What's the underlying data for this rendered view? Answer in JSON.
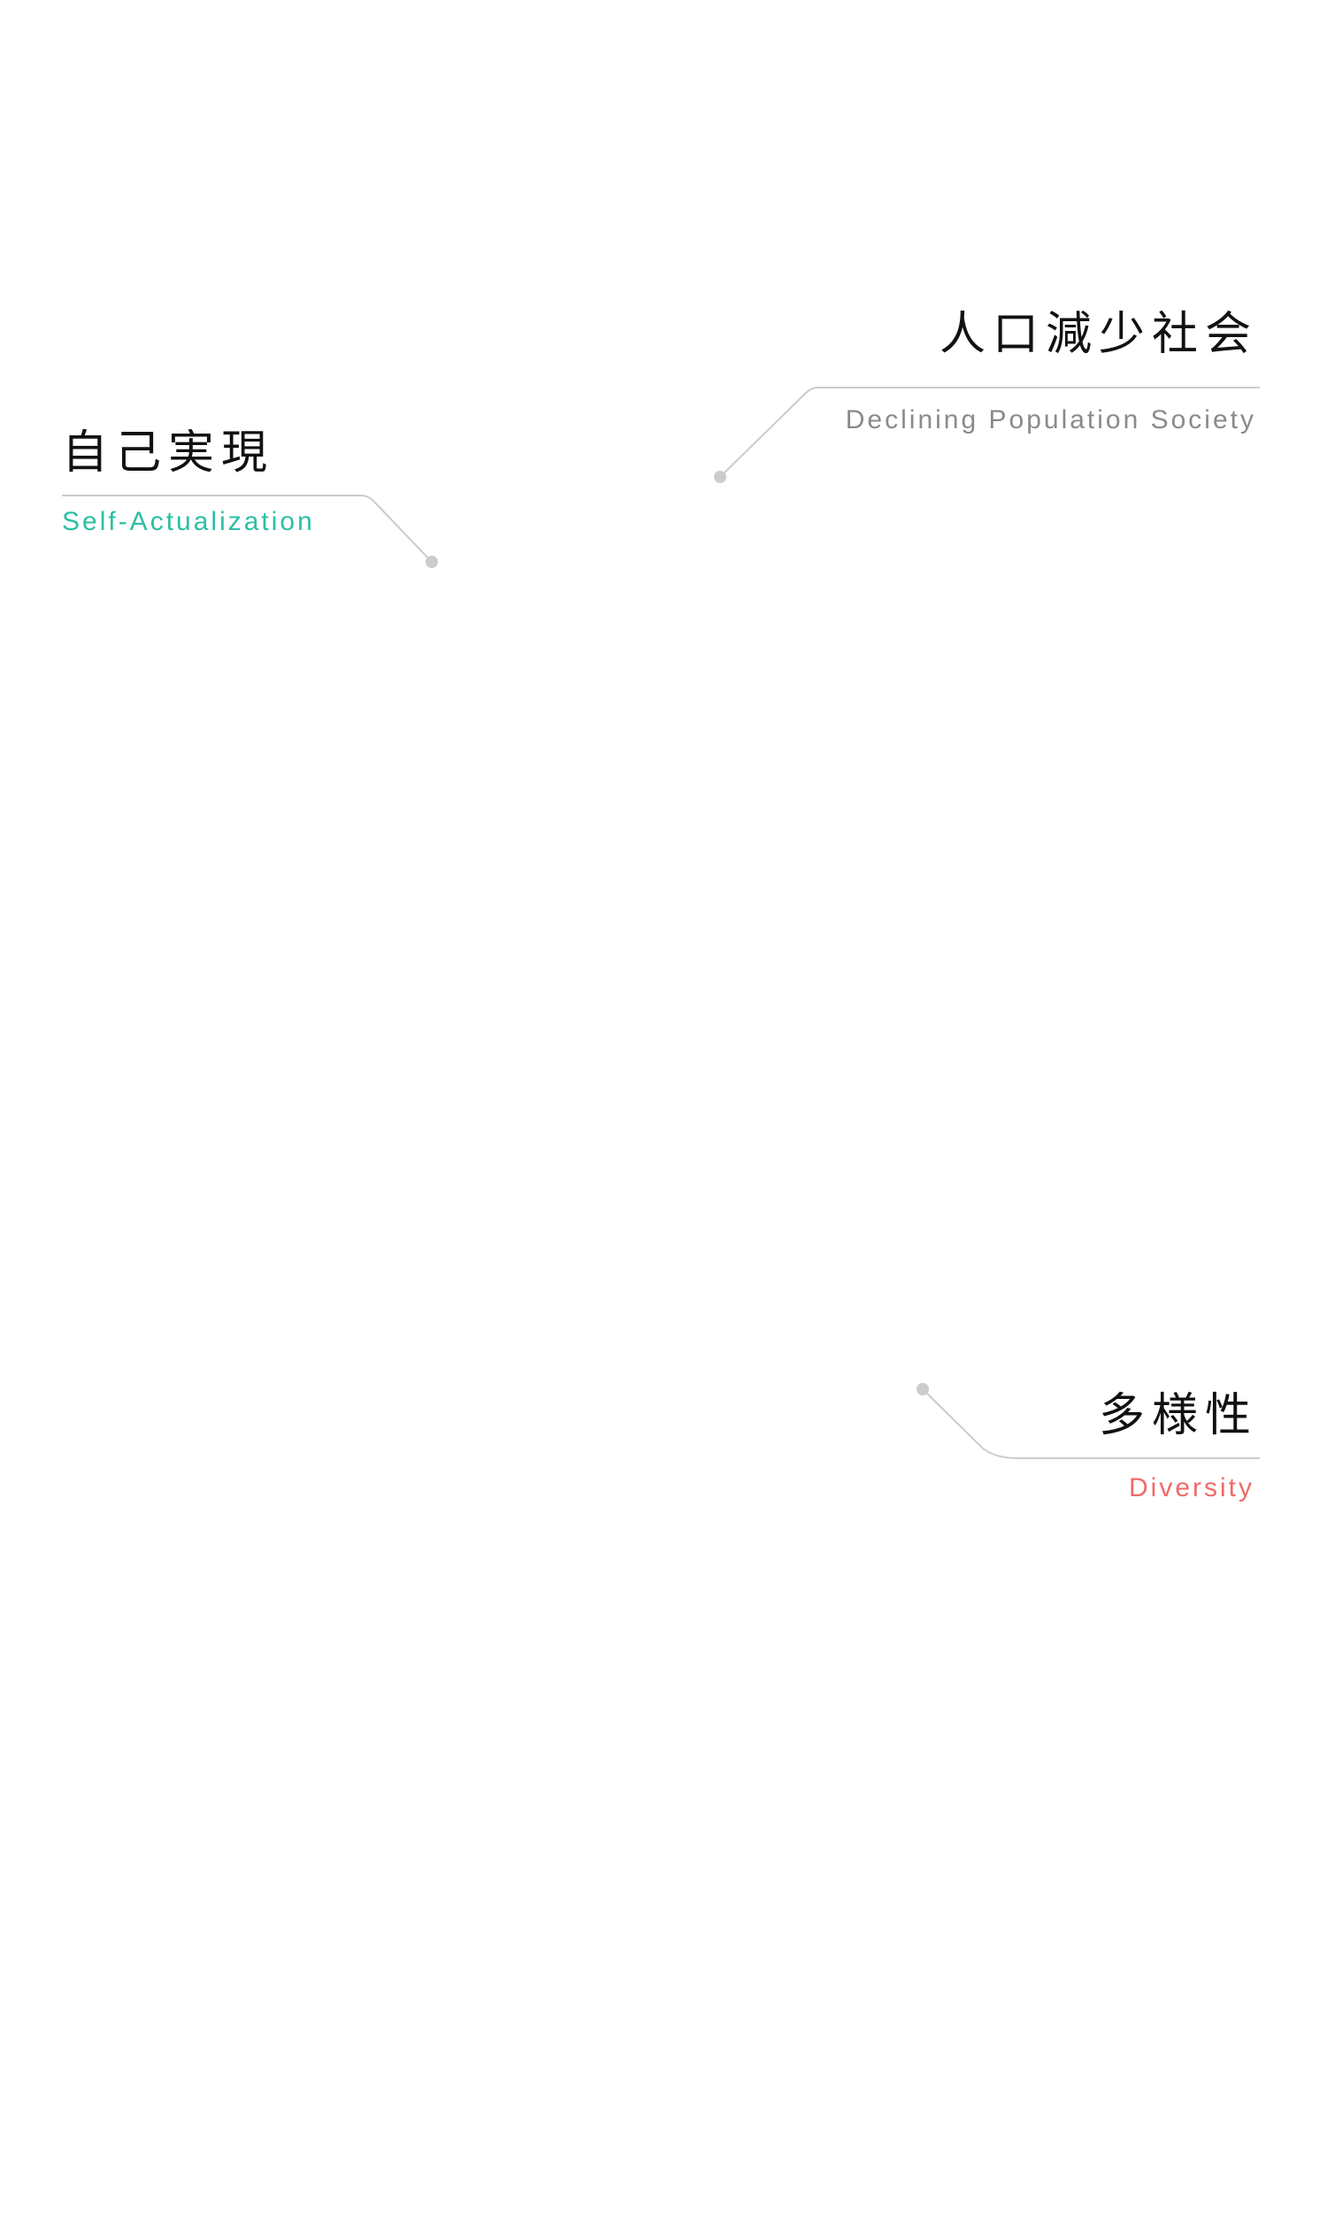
{
  "items": [
    {
      "title": "自己実現",
      "subtitle": "Self-Actualization",
      "subtitle_color": "#2bbfa4"
    },
    {
      "title": "人口減少社会",
      "subtitle": "Declining Population Society",
      "subtitle_color": "#8a8a8a"
    },
    {
      "title": "多様性",
      "subtitle": "Diversity",
      "subtitle_color": "#f06a6a"
    }
  ],
  "line_color": "#cccccc"
}
